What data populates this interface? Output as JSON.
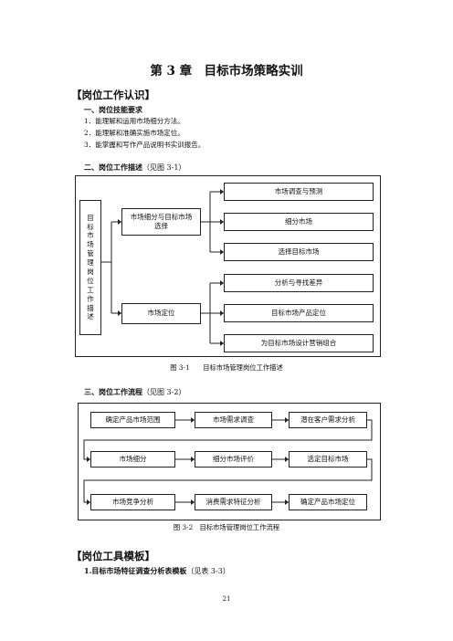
{
  "chapter_title": "第 3 章　目标市场策略实训",
  "section1_heading": "【岗位工作认识】",
  "sub1": {
    "title": "一、岗位技能要求",
    "items": [
      "1．能理解和运用市场细分方法。",
      "2．能理解和准确实施市场定位。",
      "3．能掌握和写作产品说明书实训报告。"
    ]
  },
  "sub2": {
    "title": "二、岗位工作描述",
    "note": "（见图 3-1）"
  },
  "fig1": {
    "root": "目标市场管理岗位工作描述",
    "mid": [
      "市场细分与目标市场选择",
      "市场定位"
    ],
    "right": [
      "市场调查与预测",
      "细分市场",
      "选择目标市场",
      "分析与寻找差异",
      "目标市场产品定位",
      "为目标市场设计营销组合"
    ],
    "caption": "图 3-1　　目标市场管理岗位工作描述"
  },
  "sub3": {
    "title": "三、岗位工作流程",
    "note": "（见图 3-2）"
  },
  "fig2": {
    "rows": [
      [
        "确定产品市场范围",
        "市场需求调查",
        "潜在客户需求分析"
      ],
      [
        "市场细分",
        "细分市场评价",
        "选定目标市场"
      ],
      [
        "市场竞争分析",
        "消费需求特征分析",
        "确定产品市场定位"
      ]
    ],
    "caption": "图 3-2　目标市场管理岗位工作流程"
  },
  "section2_heading": "【岗位工具模板】",
  "tool1": {
    "title": "1.目标市场特征调查分析表模板",
    "note": "（见表 3-3）"
  },
  "page_number": "21"
}
